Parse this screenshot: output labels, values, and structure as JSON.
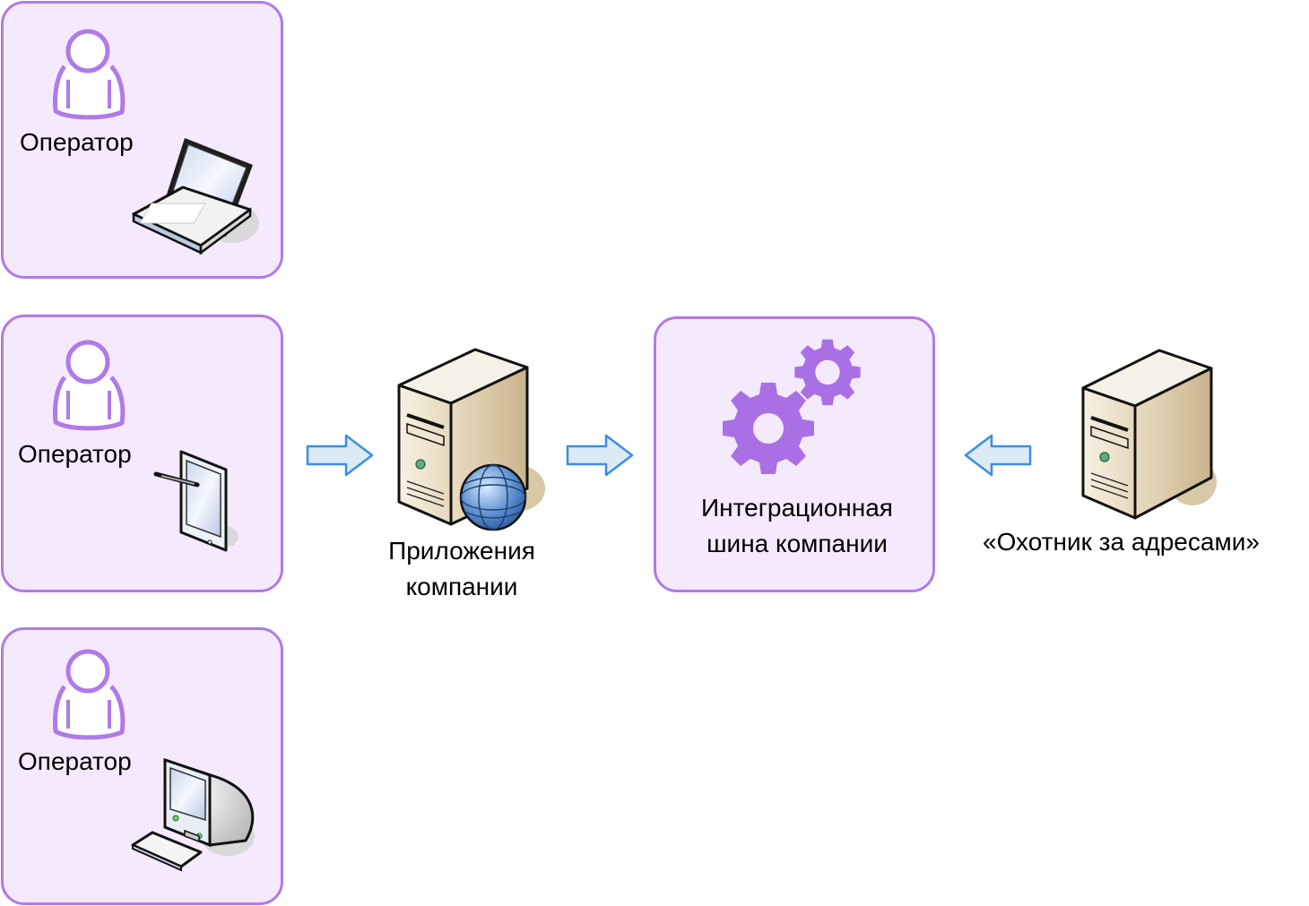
{
  "diagram": {
    "operators": [
      {
        "label": "Оператор",
        "device": "laptop"
      },
      {
        "label": "Оператор",
        "device": "tablet"
      },
      {
        "label": "Оператор",
        "device": "desktop"
      }
    ],
    "app_server": {
      "label_line1": "Приложения",
      "label_line2": "компании",
      "icon": "web-server"
    },
    "bus": {
      "label_line1": "Интеграционная",
      "label_line2": "шина компании",
      "icon": "gears"
    },
    "external_server": {
      "label": "«Охотник за адресами»",
      "icon": "server"
    },
    "arrows": [
      {
        "from": "operators",
        "to": "app_server",
        "direction": "right"
      },
      {
        "from": "app_server",
        "to": "bus",
        "direction": "right"
      },
      {
        "from": "external_server",
        "to": "bus",
        "direction": "left"
      }
    ],
    "colors": {
      "box_fill": "#f5e9fd",
      "box_border": "#b07ae8",
      "accent_purple": "#a970e6",
      "arrow_fill": "#dceaf5",
      "arrow_stroke": "#3a8ee6",
      "server_beige": "#e9dcc2"
    }
  }
}
